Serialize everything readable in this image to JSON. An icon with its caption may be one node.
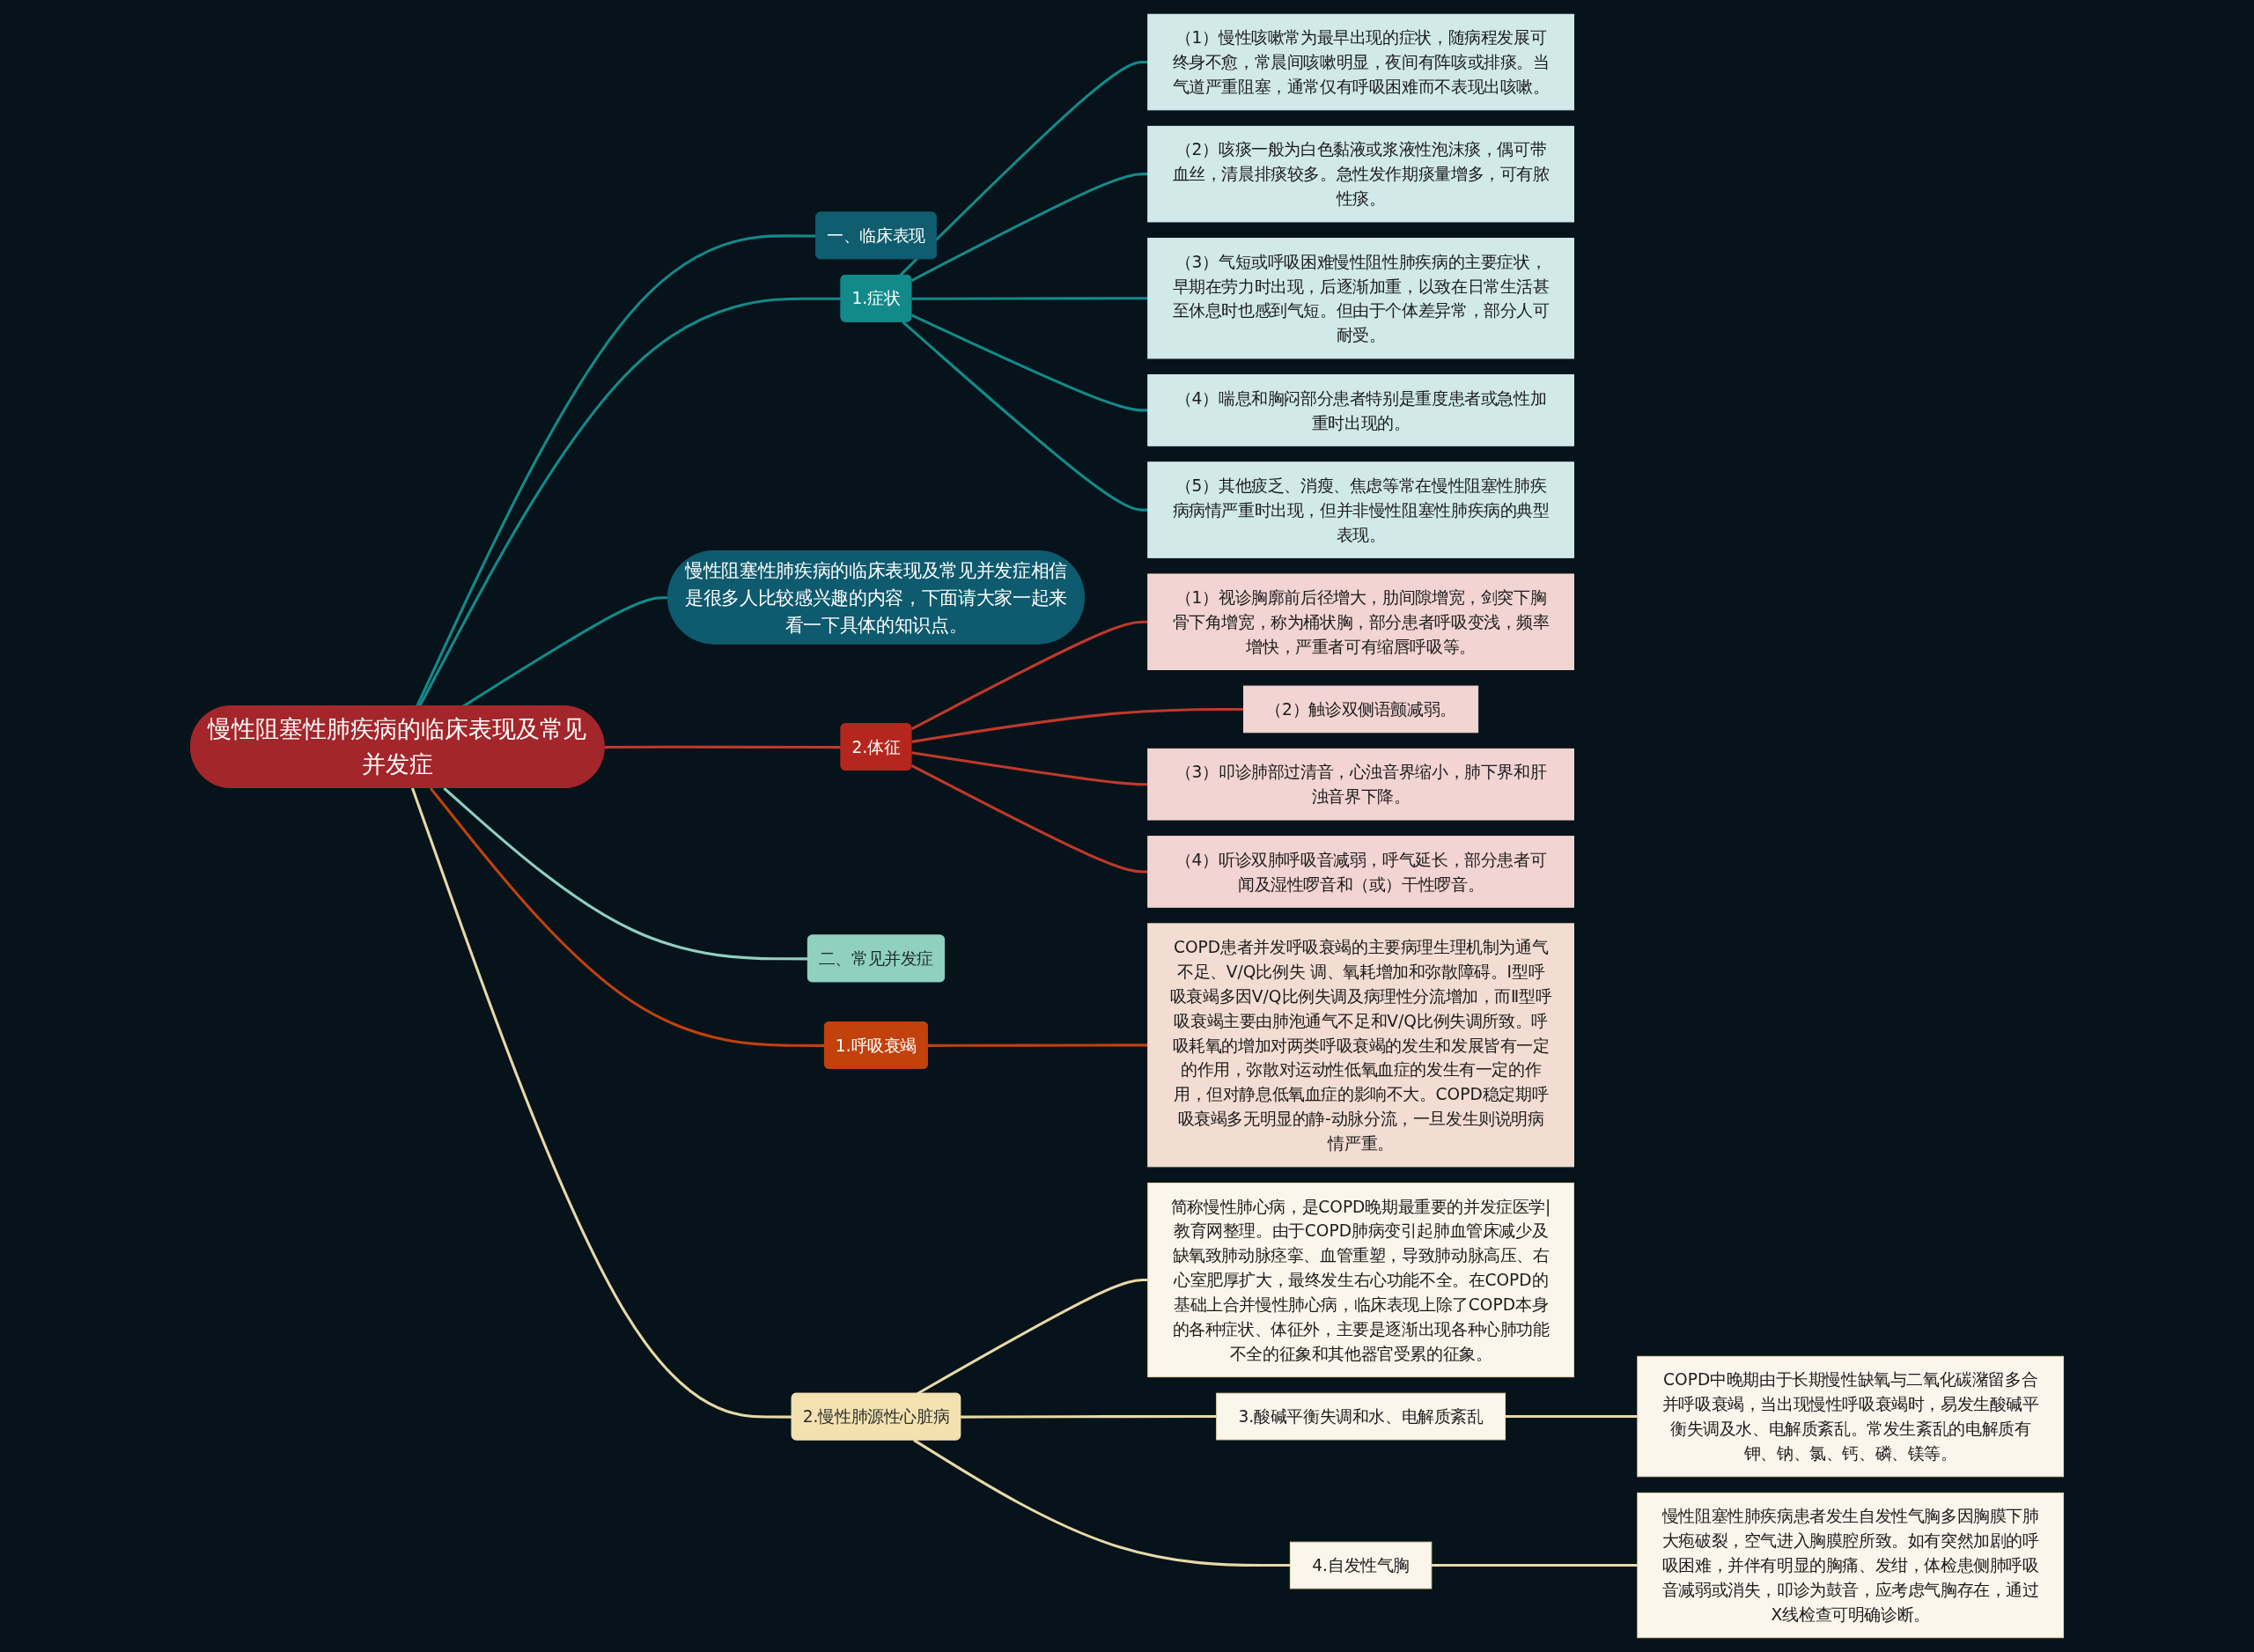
{
  "diagram": {
    "nodes": [
      {
        "text": [
          "慢性阻塞性肺疾病的临床表现及常见并发症"
        ]
      },
      {
        "text": [
          "慢性阻塞性肺疾病的临床表现及常见并发症相信是很多人比较感兴趣的内容，下面请大家一起来看一下具体的知识点。"
        ]
      },
      {
        "text": [
          "一、临床表现"
        ]
      },
      {
        "text": [
          "1.症状"
        ]
      },
      {
        "text": [
          "（1）慢性咳嗽常为最早出现的症状，随病程发展可终身不愈，常晨间咳嗽明显，夜间有阵咳或排痰。当气道严重阻塞，通常仅有呼吸困难而不表现出咳嗽。"
        ]
      },
      {
        "text": [
          "（2）咳痰一般为白色黏液或浆液性泡沫痰，偶可带血丝，清晨排痰较多。急性发作期痰量增多，可有脓性痰。"
        ]
      },
      {
        "text": [
          "（3）气短或呼吸困难慢性阻性肺疾病的主要症状，早期在劳力时出现，后逐渐加重，以致在日常生活甚至休息时也感到气短。但由于个体差异常，部分人可耐受。"
        ]
      },
      {
        "text": [
          "（4）喘息和胸闷部分患者特别是重度患者或急性加重时出现的。"
        ]
      },
      {
        "text": [
          "（5）其他疲乏、消瘦、焦虑等常在慢性阻塞性肺疾病病情严重时出现，但并非慢性阻塞性肺疾病的典型表现。"
        ]
      },
      {
        "text": [
          "2.体征"
        ]
      },
      {
        "text": [
          "（1）视诊胸廓前后径增大，肋间隙增宽，剑突下胸骨下角增宽，称为桶状胸，部分患者呼吸变浅，频率增快，严重者可有缩唇呼吸等。"
        ]
      },
      {
        "text": [
          "（2）触诊双侧语颤减弱。"
        ]
      },
      {
        "text": [
          "（3）叩诊肺部过清音，心浊音界缩小，肺下界和肝浊音界下降。"
        ]
      },
      {
        "text": [
          "（4）听诊双肺呼吸音减弱，呼气延长，部分患者可闻及湿性啰音和（或）干性啰音。"
        ]
      },
      {
        "text": [
          "二、常见并发症"
        ]
      },
      {
        "text": [
          "1.呼吸衰竭"
        ]
      },
      {
        "text": [
          "COPD患者并发呼吸衰竭的主要病理生理机制为通气不足、V/Q比例失 调、氧耗增加和弥散障碍。Ⅰ型呼吸衰竭多因V/Q比例失调及病理性分流增加，而Ⅱ型呼吸衰竭主要由肺泡通气不足和V/Q比例失调所致。呼吸耗氧的增加对两类呼吸衰竭的发生和发展皆有一定的作用，弥散对运动性低氧血症的发生有一定的作用，但对静息低氧血症的影响不大。COPD稳定期呼吸衰竭多无明显的静-动脉分流，一旦发生则说明病情严重。"
        ]
      },
      {
        "text": [
          "2.慢性肺源性心脏病"
        ]
      },
      {
        "text": [
          "简称慢性肺心病，是COPD晚期最重要的并发症医学|教育网整理。由于COPD肺病变引起肺血管床减少及缺氧致肺动脉痉挛、血管重塑，导致肺动脉高压、右心室肥厚扩大，最终发生右心功能不全。在COPD的基础上合并慢性肺心病，临床表现上除了COPD本身的各种症状、体征外，主要是逐渐出现各种心肺功能不全的征象和其他器官受累的征象。"
        ]
      },
      {
        "text": [
          "3.酸碱平衡失调和水、电解质紊乱"
        ]
      },
      {
        "text": [
          "COPD中晚期由于长期慢性缺氧与二氧化碳潴留多合并呼吸衰竭，当出现慢性呼吸衰竭时，易发生酸碱平衡失调及水、电解质紊乱。常发生紊乱的电解质有钾、钠、氯、钙、磷、镁等。"
        ]
      },
      {
        "text": [
          "4.自发性气胸"
        ]
      },
      {
        "text": [
          "慢性阻塞性肺疾病患者发生自发性气胸多因胸膜下肺大疱破裂，空气进入胸膜腔所致。如有突然加剧的呼吸困难，并伴有明显的胸痛、发绀，体检患侧肺呼吸音减弱或消失，叩诊为鼓音，应考虑气胸存在，通过X线检查可明确诊断。"
        ]
      }
    ],
    "edges": [
      {
        "from": 0,
        "to": 1,
        "arrow": "none"
      },
      {
        "from": 0,
        "to": 2,
        "arrow": "none"
      },
      {
        "from": 0,
        "to": 3,
        "arrow": "none"
      },
      {
        "from": 3,
        "to": 4,
        "arrow": "none"
      },
      {
        "from": 3,
        "to": 5,
        "arrow": "none"
      },
      {
        "from": 3,
        "to": 6,
        "arrow": "none"
      },
      {
        "from": 3,
        "to": 7,
        "arrow": "none"
      },
      {
        "from": 3,
        "to": 8,
        "arrow": "none"
      },
      {
        "from": 0,
        "to": 9,
        "arrow": "none",
        "color": "#c0392b"
      },
      {
        "from": 9,
        "to": 10,
        "arrow": "none",
        "color": "#c0392b"
      },
      {
        "from": 9,
        "to": 11,
        "arrow": "none",
        "color": "#c0392b"
      },
      {
        "from": 9,
        "to": 12,
        "arrow": "none",
        "color": "#c0392b"
      },
      {
        "from": 9,
        "to": 13,
        "arrow": "none",
        "color": "#c0392b"
      },
      {
        "from": 0,
        "to": 14,
        "arrow": "none",
        "color": "#8fd0bf"
      },
      {
        "from": 0,
        "to": 15,
        "arrow": "none",
        "color": "#c2410c"
      },
      {
        "from": 15,
        "to": 16,
        "arrow": "none",
        "color": "#c2410c"
      },
      {
        "from": 0,
        "to": 17,
        "arrow": "none",
        "color": "#e8d9a8"
      },
      {
        "from": 17,
        "to": 18,
        "arrow": "none",
        "color": "#e8d9a8"
      },
      {
        "from": 17,
        "to": 19,
        "arrow": "none",
        "color": "#e8d9a8"
      },
      {
        "from": 19,
        "to": 20,
        "arrow": "none",
        "color": "#e8d9a8"
      },
      {
        "from": 17,
        "to": 21,
        "arrow": "none",
        "color": "#e8d9a8"
      },
      {
        "from": 21,
        "to": 22,
        "arrow": "none",
        "color": "#e8d9a8"
      }
    ]
  }
}
